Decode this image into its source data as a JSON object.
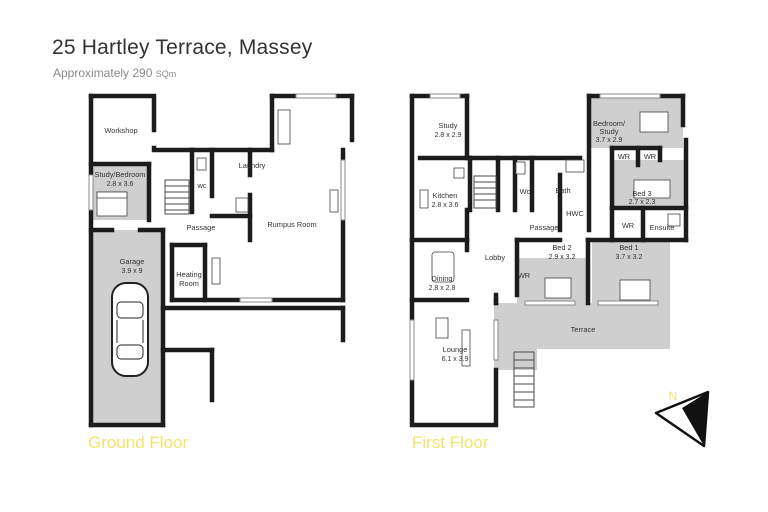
{
  "header": {
    "address": "25 Hartley Terrace, Massey",
    "area_text": "Approximately 290 ",
    "area_unit": "SQm"
  },
  "floors": {
    "ground": {
      "label": "Ground Floor",
      "rooms": {
        "workshop": {
          "name": "Workshop"
        },
        "study_bedroom": {
          "name": "Study/Bedroom",
          "size": "2.8 x 3.6"
        },
        "wc": {
          "name": "wc"
        },
        "laundry": {
          "name": "Laundry"
        },
        "passage": {
          "name": "Passage"
        },
        "rumpus": {
          "name": "Rumpus Room"
        },
        "garage": {
          "name": "Garage",
          "size": "3.9 x 9"
        },
        "heating1": {
          "name": "Heating"
        },
        "heating2": {
          "name": "Room"
        }
      }
    },
    "first": {
      "label": "First Floor",
      "rooms": {
        "study": {
          "name": "Study",
          "size": "2.8 x 2.9"
        },
        "kitchen": {
          "name": "Kitchen",
          "size": "2.8 x 3.6"
        },
        "wc": {
          "name": "Wc"
        },
        "bath": {
          "name": "Bath"
        },
        "hwc": {
          "name": "HWC"
        },
        "passage": {
          "name": "Passage"
        },
        "bedroom_study1": {
          "name": "Bedroom/"
        },
        "bedroom_study2": {
          "name": "Study"
        },
        "bedroom_study_size": {
          "size": "3.7 x 2.9"
        },
        "wr1": {
          "name": "WR"
        },
        "wr2": {
          "name": "WR"
        },
        "wr3": {
          "name": "WR"
        },
        "wr4": {
          "name": "WR"
        },
        "bed3": {
          "name": "Bed 3",
          "size": "2.7 x 2.3"
        },
        "ensuite": {
          "name": "Ensuite"
        },
        "lobby": {
          "name": "Lobby"
        },
        "dining": {
          "name": "Dining",
          "size": "2.8 x 2.8"
        },
        "bed2": {
          "name": "Bed 2",
          "size": "2.9 x 3.2"
        },
        "bed1": {
          "name": "Bed 1",
          "size": "3.7 x 3.2"
        },
        "terrace": {
          "name": "Terrace"
        },
        "lounge": {
          "name": "Lounge",
          "size": "6.1 x 3.9"
        }
      }
    }
  },
  "compass": {
    "label": "N",
    "icon": "north-arrow-icon"
  },
  "colors": {
    "label_yellow": "#f2e46a",
    "wall": "#1c1c1c",
    "shade": "#cfcfcf"
  }
}
